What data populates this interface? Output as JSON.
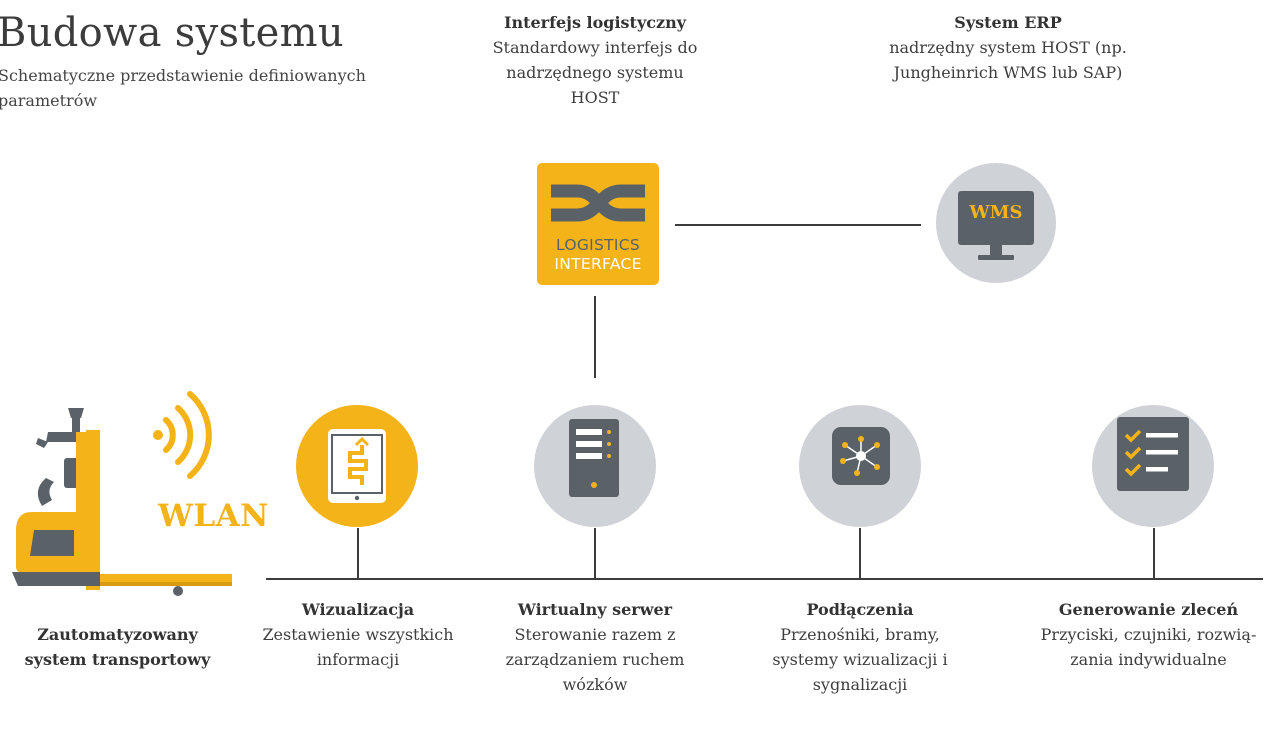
{
  "header": {
    "title": "Budowa systemu",
    "subtitle": "Schematyczne przedstawienie definiowanych parametrów"
  },
  "top_nodes": {
    "logistics": {
      "heading": "Interfejs logistyczny",
      "description": "Standardowy interfejs do nadrzędnego systemu HOST",
      "logo_line1": "LOGISTICS",
      "logo_line2": "INTERFACE"
    },
    "erp": {
      "heading": "System ERP",
      "description": "nadrzędny system HOST (np. Jungheinrich WMS lub SAP)",
      "screen_text": "WMS"
    }
  },
  "agv": {
    "wlan_label": "WLAN",
    "caption": "Zautomatyzowany system transportowy"
  },
  "bottom_nodes": [
    {
      "heading": "Wizualizacja",
      "description": "Zestawienie wszystkich informacji",
      "icon": "tablet-flow-icon"
    },
    {
      "heading": "Wirtualny serwer",
      "description": "Sterowanie razem z zarządzaniem ruchem wózków",
      "icon": "server-icon"
    },
    {
      "heading": "Podłączenia",
      "description": "Przenośniki, bramy, systemy wizualizacji i sygnalizacji",
      "icon": "network-hub-icon"
    },
    {
      "heading": "Generowanie zleceń",
      "description": "Przyciski, czujniki, rozwią-zania indywidualne",
      "icon": "checklist-icon"
    }
  ],
  "colors": {
    "accent": "#f5b31a",
    "dark": "#5a6268",
    "circle_grey": "#cfd3d7",
    "line": "#3c3c3c"
  }
}
